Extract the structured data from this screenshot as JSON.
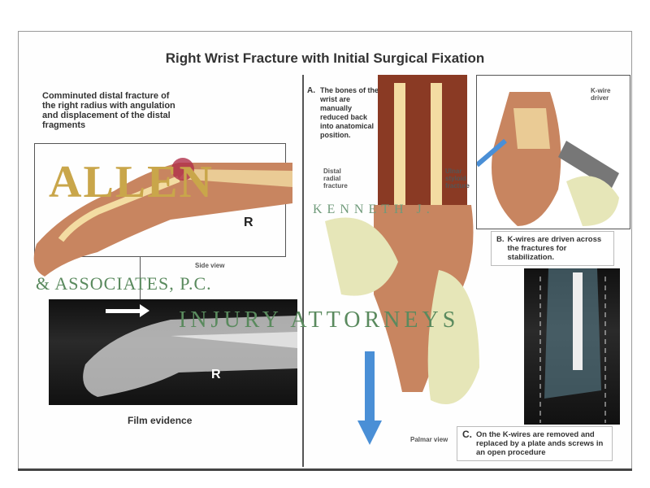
{
  "title": "Right Wrist Fracture with Initial Surgical Fixation",
  "left_panel": {
    "fracture_label": "Comminuted distal fracture of the right radius with angulation and displacement of the distal fragments",
    "side_marker": "R",
    "side_view_label": "Side view",
    "xray_marker": "R",
    "film_label": "Film evidence"
  },
  "right_panel": {
    "step_a_letter": "A.",
    "step_a_text": "The bones of the wrist are manually reduced back into anatomical position.",
    "distal_radial_label": "Distal radial fracture",
    "ulnar_styloid_label": "Ulnar styloid fracture",
    "palmar_view_label": "Palmar view",
    "kwire_driver_label": "K-wire driver",
    "step_b_letter": "B.",
    "step_b_text": "K-wires are driven across the fractures for stabilization.",
    "step_c_letter": "C.",
    "step_c_text": "On          the K-wires are removed and replaced by a plate ands screws in an open procedure"
  },
  "watermark": {
    "name": "KENNETH J.",
    "brand": "ALLEN",
    "associates": "& ASSOCIATES, P.C.",
    "tagline": "INJURY ATTORNEYS"
  },
  "colors": {
    "skin": "#c88560",
    "bone": "#f3dca2",
    "watermark": "#c9a64a",
    "arrow": "#4a8fd6",
    "glove": "#e6e6b8"
  }
}
